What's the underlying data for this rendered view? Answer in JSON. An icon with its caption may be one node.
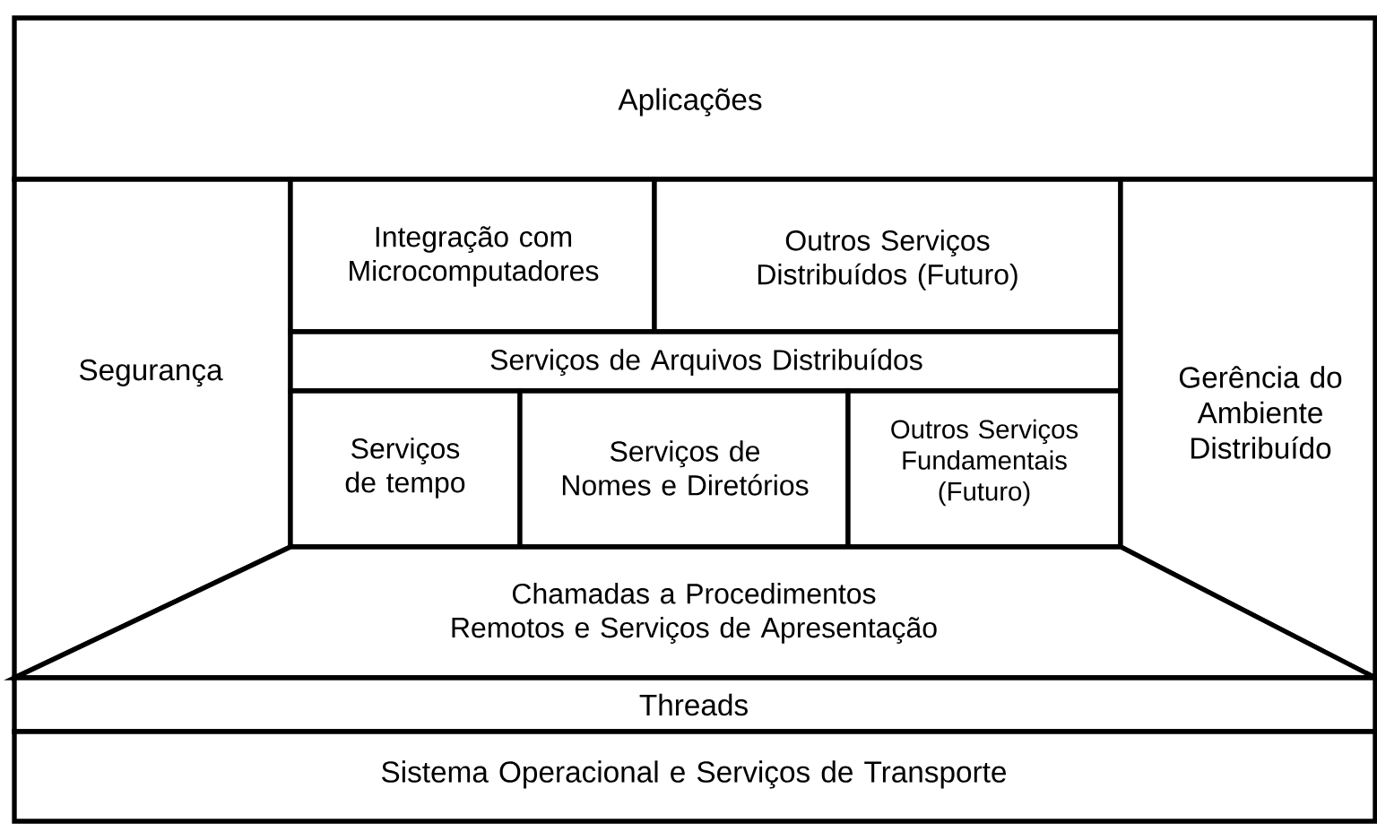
{
  "diagram": {
    "nodes": [
      {
        "text": [
          "Aplicações"
        ]
      },
      {
        "text": [
          "Segurança"
        ]
      },
      {
        "text": [
          "Integração com Microcomputadores"
        ]
      },
      {
        "text": [
          "Outros Serviços Distribuídos (Futuro)"
        ]
      },
      {
        "text": [
          "Serviços de Arquivos Distribuídos"
        ]
      },
      {
        "text": [
          "Serviços de tempo"
        ]
      },
      {
        "text": [
          "Serviços de Nomes e Diretórios"
        ]
      },
      {
        "text": [
          "Outros Serviços Fundamentais (Futuro)"
        ]
      },
      {
        "text": [
          "Gerência do Ambiente Distribuído"
        ]
      },
      {
        "text": [
          "Chamadas a Procedimentos Remotos e Serviços de Apresentação"
        ]
      },
      {
        "text": [
          "Threads"
        ]
      },
      {
        "text": [
          "Sistema Operacional e Serviços de Transporte"
        ]
      }
    ]
  }
}
